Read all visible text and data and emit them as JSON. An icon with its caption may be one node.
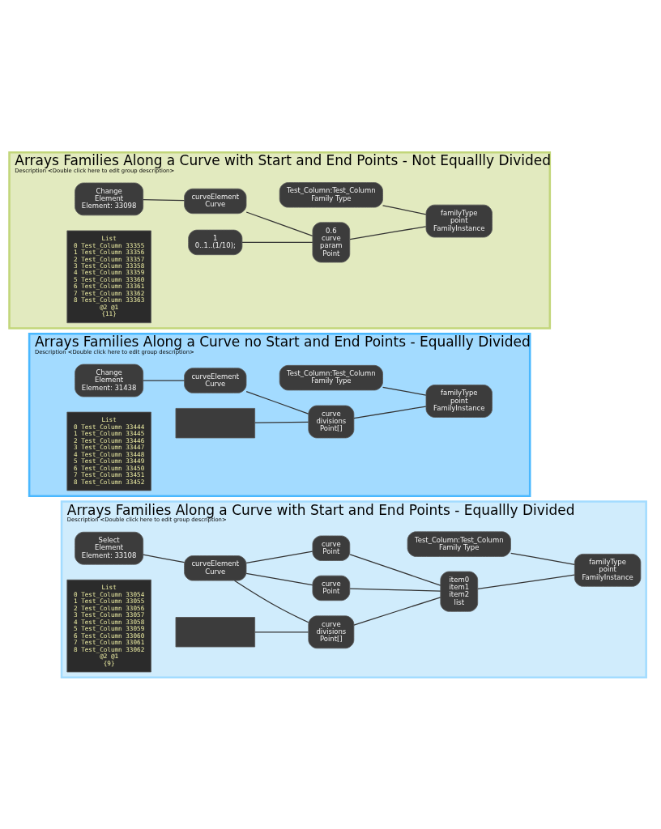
{
  "diagram": {
    "nodes": [
      {
        "text": [
          "Arrays Families Along a Curve with Start and End Points - Not Equallly Divided",
          "Description <Double click here to edit group description>"
        ]
      },
      {
        "text": [
          "Change",
          "Element",
          "Element: 33098"
        ],
        "in": 0
      },
      {
        "text": [
          "curveElement",
          "Curve"
        ],
        "in": 0
      },
      {
        "text": [
          "0.6",
          "curve",
          "param",
          "Point"
        ],
        "in": 0
      },
      {
        "text": [
          "Test_Column:Test_Column",
          "Family Type"
        ],
        "in": 0
      },
      {
        "text": [
          "familyType",
          "point",
          "FamilyInstance"
        ],
        "in": 0
      },
      {
        "text": [
          "List",
          "0 Test_Column 33355",
          "1 Test_Column 33356",
          "2 Test_Column 33357",
          "3 Test_Column 33358",
          "4 Test_Column 33359",
          "5 Test_Column 33360",
          "6 Test_Column 33361",
          "7 Test_Column 33362",
          "8 Test_Column 33363",
          "@2 @1",
          "{11}"
        ],
        "in": 0
      },
      {
        "text": [
          "1",
          "0..1..(1/10);"
        ],
        "in": 0
      },
      {
        "text": [
          "Arrays Families Along a Curve no Start and End Points - Equallly Divided",
          "Description <Double click here to edit group description>"
        ]
      },
      {
        "text": [
          "Change",
          "Element",
          "Element: 31438"
        ],
        "in": 8
      },
      {
        "text": [
          "curveElement",
          "Curve"
        ],
        "in": 8
      },
      {
        "text": [
          "curve",
          "divisions",
          "Point[]"
        ],
        "in": 8
      },
      {
        "text": [
          "Test_Column:Test_Column",
          "Family Type"
        ],
        "in": 8
      },
      {
        "text": [
          "familyType",
          "point",
          "FamilyInstance"
        ],
        "in": 8
      },
      {
        "text": [
          "List",
          "0 Test_Column 33444",
          "1 Test_Column 33445",
          "2 Test_Column 33446",
          "3 Test_Column 33447",
          "4 Test_Column 33448",
          "5 Test_Column 33449",
          "6 Test_Column 33450",
          "7 Test_Column 33451",
          "8 Test_Column 33452"
        ],
        "in": 8
      },
      {
        "text": [],
        "shape": "box",
        "in": 8
      },
      {
        "text": [
          "Arrays Families Along a Curve with Start and End Points - Equallly Divided",
          "Description <Double click here to edit group description>"
        ]
      },
      {
        "text": [
          "curve",
          "Point"
        ],
        "in": 16
      },
      {
        "text": [
          "curve",
          "Point"
        ],
        "in": 16
      },
      {
        "text": [
          "Test_Column:Test_Column",
          "Family Type"
        ],
        "in": 16
      },
      {
        "text": [
          "Select",
          "Element",
          "Element: 33108"
        ],
        "in": 16
      },
      {
        "text": [
          "curveElement",
          "Curve"
        ],
        "in": 16
      },
      {
        "text": [
          "curve",
          "divisions",
          "Point[]"
        ],
        "in": 16
      },
      {
        "text": [
          "item0",
          "item1",
          "item2",
          "list"
        ],
        "in": 16
      },
      {
        "text": [
          "familyType",
          "point",
          "FamilyInstance"
        ],
        "in": 16
      },
      {
        "text": [
          "List",
          "0 Test_Column 33054",
          "1 Test_Column 33055",
          "2 Test_Column 33056",
          "3 Test_Column 33057",
          "4 Test_Column 33058",
          "5 Test_Column 33059",
          "6 Test_Column 33060",
          "7 Test_Column 33061",
          "8 Test_Column 33062",
          "@2 @1",
          "{9}"
        ],
        "in": 16
      },
      {
        "text": [],
        "shape": "box",
        "in": 16
      }
    ],
    "edges": [
      {
        "from": 1,
        "to": 2,
        "arrow": "none"
      },
      {
        "from": 2,
        "to": 3,
        "arrow": "none"
      },
      {
        "from": 7,
        "to": 3,
        "arrow": "none"
      },
      {
        "from": 4,
        "to": 5,
        "arrow": "none"
      },
      {
        "from": 3,
        "to": 5,
        "arrow": "none"
      },
      {
        "from": 9,
        "to": 10,
        "arrow": "none"
      },
      {
        "from": 10,
        "to": 11,
        "arrow": "none"
      },
      {
        "from": 15,
        "to": 11,
        "arrow": "none"
      },
      {
        "from": 12,
        "to": 13,
        "arrow": "none"
      },
      {
        "from": 11,
        "to": 13,
        "arrow": "none"
      },
      {
        "from": 20,
        "to": 21,
        "arrow": "none"
      },
      {
        "from": 21,
        "to": 17,
        "arrow": "none"
      },
      {
        "from": 21,
        "to": 18,
        "arrow": "none"
      },
      {
        "from": 21,
        "to": 22,
        "arrow": "none"
      },
      {
        "from": 26,
        "to": 22,
        "arrow": "none"
      },
      {
        "from": 17,
        "to": 23,
        "arrow": "none"
      },
      {
        "from": 18,
        "to": 23,
        "arrow": "none"
      },
      {
        "from": 22,
        "to": 23,
        "arrow": "none"
      },
      {
        "from": 19,
        "to": 24,
        "arrow": "none"
      },
      {
        "from": 23,
        "to": 24,
        "arrow": "none"
      }
    ]
  }
}
